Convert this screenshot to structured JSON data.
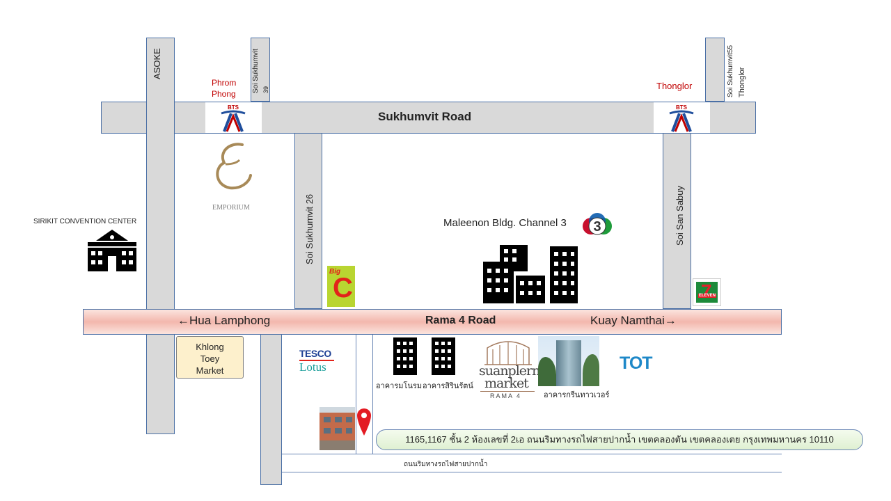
{
  "roads": {
    "sukhumvit": "Sukhumvit Road",
    "rama4": "Rama 4 Road",
    "asoke": "ASOKE",
    "soi39": "Soi Sukhumvit",
    "soi39_num": "39",
    "soi26": "Soi Sukhumvit 26",
    "soi_san_sabuy": "Soi San Sabuy",
    "soi55_a": "Soi Sukhumvit55",
    "soi55_b": "Thonglor",
    "railway_road": "ถนนริมทางรถไฟสายปากน้ำ"
  },
  "directions": {
    "left": "←Hua Lamphong",
    "right": "Kuay Namthai→"
  },
  "stations": {
    "phrom_phong_1": "Phrom",
    "phrom_phong_2": "Phong",
    "thonglor": "Thonglor",
    "bts_logo_text": "BTS"
  },
  "landmarks": {
    "sirikit": "SIRIKIT CONVENTION  CENTER",
    "emporium": "EMPORIUM",
    "maleenon": "Maleenon Bldg. Channel 3",
    "channel3_logo": "3",
    "bigc_1": "Big",
    "bigc_2": "C",
    "seven_1": "7",
    "seven_2": "ELEVEN",
    "khlong_toey_1": "Khlong",
    "khlong_toey_2": "Toey",
    "khlong_toey_3": "Market",
    "tesco_1": "TESCO",
    "tesco_2": "Lotus",
    "bldg_maneerom": "อาคารมโนรม",
    "bldg_sirinrat": "อาคารสิรินรัตน์",
    "suanplern_1": "suanplern",
    "suanplern_2": "market",
    "suanplern_3": "RAMA 4",
    "green_tower": "อาคารกรีนทาวเวอร์",
    "tot": "TOT"
  },
  "address": "1165,1167 ชั้น 2 ห้องเลขที่ 2เอ ถนนริมทางรถไฟสายปากน้ำ  เขตคลองตัน เขตคลองเตย กรุงเทพมหานคร 10110",
  "colors": {
    "road": "#d9d9d9",
    "road_border": "#4a6fa5",
    "station_red": "#c00000",
    "bts_blue": "#1f4e9c",
    "bigc_green": "#b9d531",
    "bigc_red": "#e2231a",
    "pin_red": "#e31b23"
  },
  "icons": [
    "bts-logo-icon",
    "emporium-logo-icon",
    "convention-center-icon",
    "buildings-icon",
    "channel3-logo-icon",
    "bigc-logo-icon",
    "seven-eleven-icon",
    "tesco-lotus-logo-icon",
    "office-building-icon",
    "suanplern-market-icon",
    "green-tower-photo-icon",
    "tot-logo-icon",
    "location-pin-icon",
    "shop-building-photo-icon"
  ]
}
